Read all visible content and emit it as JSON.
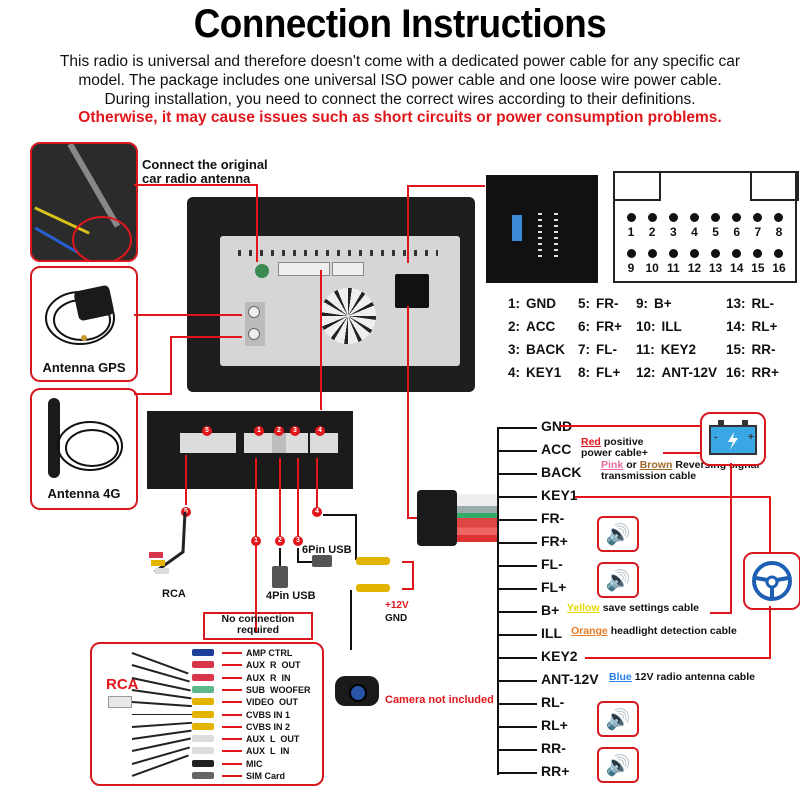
{
  "header": {
    "title": "Connection Instructions",
    "intro_lines": [
      "This radio is universal and therefore doesn't come with a dedicated power cable for any specific car",
      "model. The package includes one universal ISO power cable and one loose wire power cable.",
      "During installation, you need to connect the correct wires according to their definitions."
    ],
    "warning": "Otherwise, it may cause issues such as short circuits or power consumption problems."
  },
  "antennas": {
    "radio_label": "Connect the original car radio antenna",
    "gps_label": "Antenna GPS",
    "lte_label": "Antenna 4G"
  },
  "connector_pins": {
    "numbers_row1": [
      "1",
      "2",
      "3",
      "4",
      "5",
      "6",
      "7",
      "8"
    ],
    "numbers_row2": [
      "9",
      "10",
      "11",
      "12",
      "13",
      "14",
      "15",
      "16"
    ]
  },
  "pin_definitions": [
    [
      {
        "n": "1:",
        "v": "GND"
      },
      {
        "n": "5:",
        "v": "FR-"
      },
      {
        "n": "9:",
        "v": "B+"
      },
      {
        "n": "13:",
        "v": "RL-"
      }
    ],
    [
      {
        "n": "2:",
        "v": "ACC"
      },
      {
        "n": "6:",
        "v": "FR+"
      },
      {
        "n": "10:",
        "v": "ILL"
      },
      {
        "n": "14:",
        "v": "RL+"
      }
    ],
    [
      {
        "n": "3:",
        "v": "BACK"
      },
      {
        "n": "7:",
        "v": "FL-"
      },
      {
        "n": "11:",
        "v": "KEY2"
      },
      {
        "n": "15:",
        "v": "RR-"
      }
    ],
    [
      {
        "n": "4:",
        "v": "KEY1"
      },
      {
        "n": "8:",
        "v": "FL+"
      },
      {
        "n": "12:",
        "v": "ANT-12V"
      },
      {
        "n": "16:",
        "v": "RR+"
      }
    ]
  ],
  "wires": [
    {
      "name": "GND"
    },
    {
      "name": "ACC",
      "color_word": "Red",
      "color_hex": "#e0161b",
      "desc": "positive power cable+"
    },
    {
      "name": "BACK",
      "color_word": "Pink",
      "color_hex": "#e86aa0",
      "or": "or",
      "color_word2": "Brown",
      "color_hex2": "#a0672a",
      "desc": "Reversing signal transmission cable"
    },
    {
      "name": "KEY1"
    },
    {
      "name": "FR-"
    },
    {
      "name": "FR+"
    },
    {
      "name": "FL-"
    },
    {
      "name": "FL+"
    },
    {
      "name": "B+",
      "color_word": "Yellow",
      "color_hex": "#e6d800",
      "desc": "save settings cable"
    },
    {
      "name": "ILL",
      "color_word": "Orange",
      "color_hex": "#e8781e",
      "desc": "headlight detection cable"
    },
    {
      "name": "KEY2"
    },
    {
      "name": "ANT-12V",
      "color_word": "Blue",
      "color_hex": "#2a7de1",
      "desc": "12V radio antenna cable"
    },
    {
      "name": "RL-"
    },
    {
      "name": "RL+"
    },
    {
      "name": "RR-"
    },
    {
      "name": "RR+"
    }
  ],
  "ports": {
    "badges": [
      "5",
      "1",
      "2",
      "3",
      "4"
    ],
    "rca_label": "RCA",
    "usb4_label": "4Pin USB",
    "usb6_label": "6Pin USB",
    "no_connection": "No connection required",
    "camera_plus": "+12V",
    "camera_gnd": "GND",
    "camera_note": "Camera not included"
  },
  "rca_harness": {
    "title": "RCA",
    "items": [
      "AMP CTRL",
      "AUX  R  OUT",
      "AUX  R  IN",
      "SUB  WOOFER",
      "VIDEO  OUT",
      "CVBS IN 1",
      "CVBS IN 2",
      "AUX  L  OUT",
      "AUX  L  IN",
      "MIC",
      "SIM Card"
    ],
    "plug_colors": [
      "#1d3f9a",
      "#d8344a",
      "#d8344a",
      "#5cb88a",
      "#e2b400",
      "#e2b400",
      "#e2b400",
      "#dddddd",
      "#dddddd",
      "#222222",
      "#666666"
    ]
  },
  "colors": {
    "accent_red": "#e0161b",
    "icon_blue": "#1f5fb3",
    "battery_blue": "#3aa6e6"
  }
}
